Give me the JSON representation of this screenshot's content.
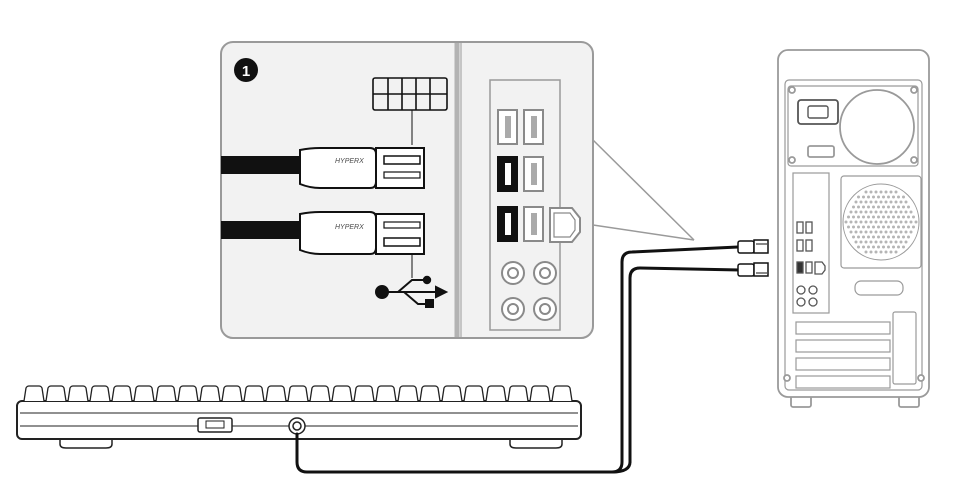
{
  "callout": {
    "step_number": "1",
    "plug_brand_top": "HYPERX",
    "plug_brand_bottom": "HYPERX"
  },
  "diagram": {
    "line_color": "#1a1a1a",
    "light_outline_color": "#9a9a9a",
    "callout_fill": "#f2f2f2",
    "cable_color": "#111111",
    "icons": [
      "usb-polarity-grid-icon",
      "usb-trident-icon"
    ]
  }
}
